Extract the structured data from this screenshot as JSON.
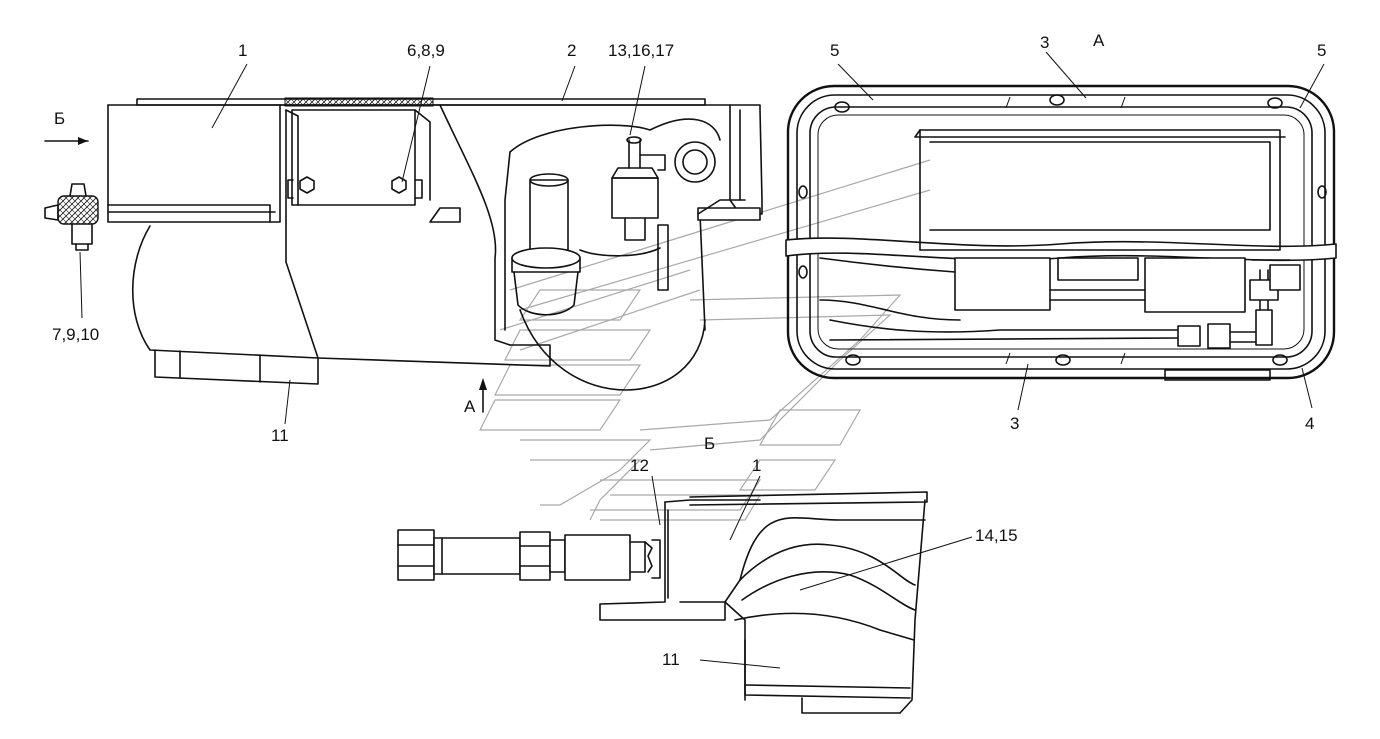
{
  "labels": {
    "l1_top": "1",
    "l689": "6,8,9",
    "l2": "2",
    "l131617": "13,16,17",
    "lB_top": "Б",
    "l7910": "7,9,10",
    "l11_left": "11",
    "lA_arrow": "А",
    "l5_left": "5",
    "l3_top": "3",
    "lA_view": "А",
    "l5_right": "5",
    "l3_bottom": "3",
    "l4": "4",
    "lB_view": "Б",
    "l12": "12",
    "l1_bottom": "1",
    "l1415": "14,15",
    "l11_bottom": "11"
  },
  "colors": {
    "line": "#111111",
    "watermark": "#a9a9a9",
    "background": "#ffffff"
  }
}
